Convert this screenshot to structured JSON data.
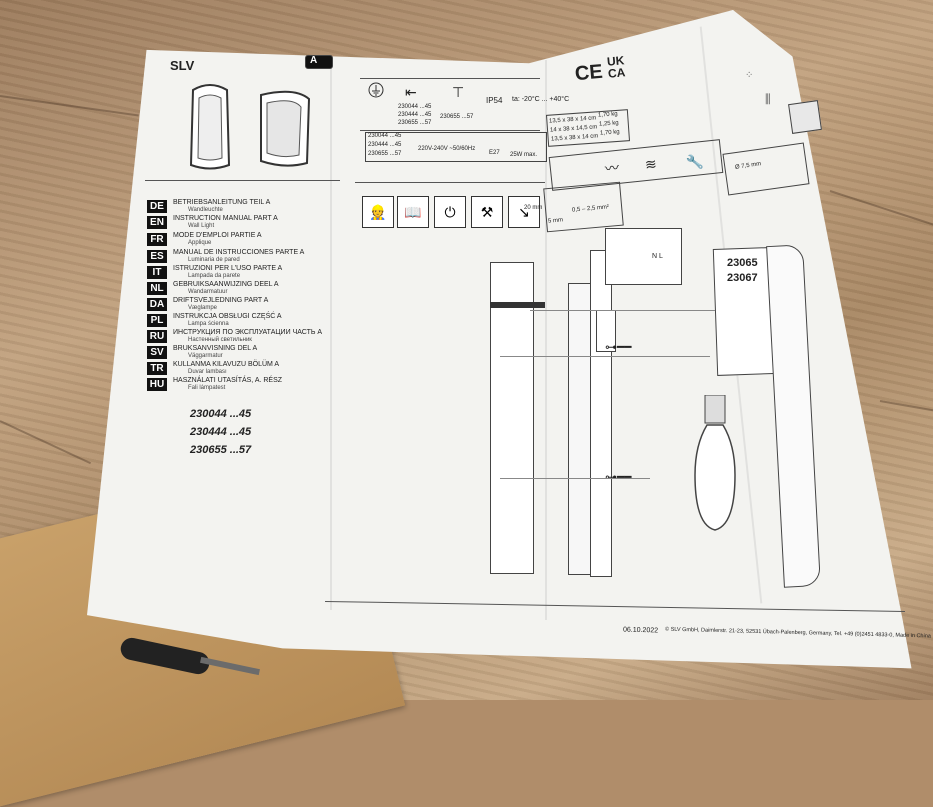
{
  "brand": "SLV",
  "part_badge": "A",
  "languages": [
    {
      "code": "DE",
      "title": "BETRIEBSANLEITUNG TEIL A",
      "sub": "Wandleuchte"
    },
    {
      "code": "EN",
      "title": "INSTRUCTION MANUAL PART A",
      "sub": "Wall Light"
    },
    {
      "code": "FR",
      "title": "MODE D'EMPLOI PARTIE A",
      "sub": "Applique"
    },
    {
      "code": "ES",
      "title": "MANUAL DE INSTRUCCIONES PARTE A",
      "sub": "Luminaria de pared"
    },
    {
      "code": "IT",
      "title": "ISTRUZIONI PER L'USO PARTE A",
      "sub": "Lampada da parete"
    },
    {
      "code": "NL",
      "title": "GEBRUIKSAANWIJZING DEEL A",
      "sub": "Wandarmatuur"
    },
    {
      "code": "DA",
      "title": "DRIFTSVEJLEDNING PART A",
      "sub": "Væglampe"
    },
    {
      "code": "PL",
      "title": "INSTRUKCJA OBSŁUGI CZĘŚĆ A",
      "sub": "Lampa ścienna"
    },
    {
      "code": "RU",
      "title": "ИНСТРУКЦИЯ ПО ЭКСПЛУАТАЦИИ ЧАСТЬ А",
      "sub": "Настенный светильник"
    },
    {
      "code": "SV",
      "title": "BRUKSANVISNING DEL A",
      "sub": "Väggarmatur"
    },
    {
      "code": "TR",
      "title": "KULLANMA KILAVUZU BÖLÜM A",
      "sub": "Duvar lambası"
    },
    {
      "code": "HU",
      "title": "HASZNÁLATI UTASÍTÁS, A. RÉSZ",
      "sub": "Fali lámpatest"
    }
  ],
  "model_numbers": [
    "230044 ...45",
    "230444 ...45",
    "230655 ...57"
  ],
  "spec_top": {
    "col1": [
      "230044 ...45",
      "230444 ...45",
      "230655 ...57"
    ],
    "col2": "230655 ...57",
    "ip": "IP54",
    "ta": "ta: -20°C ... +40°C"
  },
  "spec_table": {
    "models": [
      "230044 ...45",
      "230444 ...45",
      "230655 ...57"
    ],
    "voltage": "220V-240V ~50/60Hz",
    "socket": "E27",
    "power": "25W max.",
    "dims": [
      "13,5 x 38 x 14 cm",
      "14 x 38 x 14,5 cm",
      "13,5 x 38 x 14 cm"
    ],
    "weights": [
      "1,70 kg",
      "1,25 kg",
      "1,70 kg"
    ]
  },
  "marks": {
    "ce": "CE",
    "ukca_top": "UK",
    "ukca_bottom": "CA"
  },
  "install_labels": {
    "depth": "20 mm",
    "strip1": "5 mm",
    "strip2": "0,5 – 2,5 mm²",
    "drill": "Ø 7,5 mm",
    "terminal": "N  L"
  },
  "side_models": [
    "23065",
    "23067"
  ],
  "footer": {
    "date": "06.10.2022",
    "company": "© SLV GmbH, Daimlerstr. 21-23, 52531 Übach-Palenberg, Germany, Tel. +49 (0)2451 4833-0, Made in China"
  }
}
